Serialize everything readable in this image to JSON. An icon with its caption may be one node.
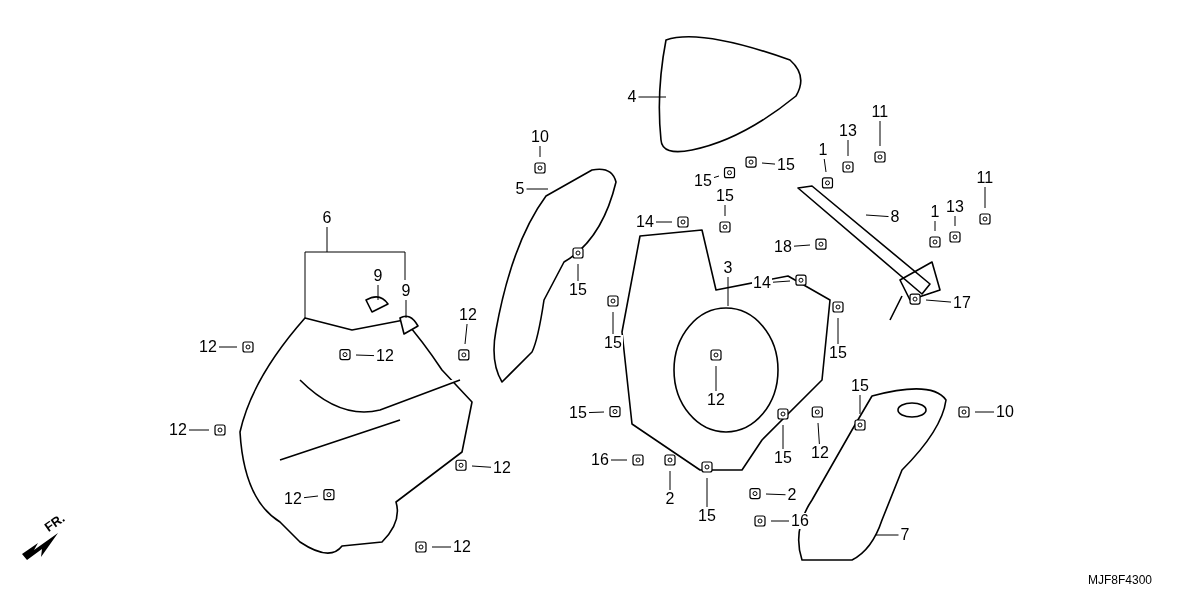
{
  "diagram": {
    "nodes": [
      {
        "text": [
          "4"
        ]
      },
      {
        "text": [
          "11"
        ]
      },
      {
        "text": [
          "13"
        ]
      },
      {
        "text": [
          "10"
        ]
      },
      {
        "text": [
          "1"
        ]
      },
      {
        "text": [
          "15"
        ]
      },
      {
        "text": [
          "11"
        ]
      },
      {
        "text": [
          "15"
        ]
      },
      {
        "text": [
          "5"
        ]
      },
      {
        "text": [
          "15"
        ]
      },
      {
        "text": [
          "13"
        ]
      },
      {
        "text": [
          "1"
        ]
      },
      {
        "text": [
          "6"
        ]
      },
      {
        "text": [
          "8"
        ]
      },
      {
        "text": [
          "14"
        ]
      },
      {
        "text": [
          "9"
        ]
      },
      {
        "text": [
          "9"
        ]
      },
      {
        "text": [
          "18"
        ]
      },
      {
        "text": [
          "14"
        ]
      },
      {
        "text": [
          "15"
        ]
      },
      {
        "text": [
          "3"
        ]
      },
      {
        "text": [
          "17"
        ]
      },
      {
        "text": [
          "12"
        ]
      },
      {
        "text": [
          "12"
        ]
      },
      {
        "text": [
          "12"
        ]
      },
      {
        "text": [
          "15"
        ]
      },
      {
        "text": [
          "15"
        ]
      },
      {
        "text": [
          "15"
        ]
      },
      {
        "text": [
          "12"
        ]
      },
      {
        "text": [
          "15"
        ]
      },
      {
        "text": [
          "10"
        ]
      },
      {
        "text": [
          "12"
        ]
      },
      {
        "text": [
          "12"
        ]
      },
      {
        "text": [
          "15"
        ]
      },
      {
        "text": [
          "16"
        ]
      },
      {
        "text": [
          "12"
        ]
      },
      {
        "text": [
          "12"
        ]
      },
      {
        "text": [
          "2"
        ]
      },
      {
        "text": [
          "2"
        ]
      },
      {
        "text": [
          "15"
        ]
      },
      {
        "text": [
          "16"
        ]
      },
      {
        "text": [
          "7"
        ]
      },
      {
        "text": [
          "12"
        ]
      }
    ],
    "edges": [
      {
        "from": 0,
        "to": null,
        "arrow": "none"
      },
      {
        "from": 1,
        "to": null,
        "arrow": "none"
      },
      {
        "from": 2,
        "to": null,
        "arrow": "none"
      },
      {
        "from": 3,
        "to": null,
        "arrow": "none"
      },
      {
        "from": 4,
        "to": null,
        "arrow": "none"
      },
      {
        "from": 5,
        "to": null,
        "arrow": "none"
      },
      {
        "from": 6,
        "to": null,
        "arrow": "none"
      },
      {
        "from": 7,
        "to": null,
        "arrow": "none"
      },
      {
        "from": 8,
        "to": null,
        "arrow": "none"
      },
      {
        "from": 9,
        "to": null,
        "arrow": "none"
      },
      {
        "from": 10,
        "to": null,
        "arrow": "none"
      },
      {
        "from": 11,
        "to": null,
        "arrow": "none"
      },
      {
        "from": 12,
        "to": null,
        "arrow": "none"
      },
      {
        "from": 13,
        "to": null,
        "arrow": "none"
      },
      {
        "from": 14,
        "to": null,
        "arrow": "none"
      },
      {
        "from": 15,
        "to": null,
        "arrow": "none"
      },
      {
        "from": 16,
        "to": null,
        "arrow": "none"
      },
      {
        "from": 17,
        "to": null,
        "arrow": "none"
      },
      {
        "from": 18,
        "to": null,
        "arrow": "none"
      },
      {
        "from": 19,
        "to": null,
        "arrow": "none"
      },
      {
        "from": 20,
        "to": null,
        "arrow": "none"
      },
      {
        "from": 21,
        "to": null,
        "arrow": "none"
      },
      {
        "from": 22,
        "to": null,
        "arrow": "none"
      },
      {
        "from": 23,
        "to": null,
        "arrow": "none"
      },
      {
        "from": 24,
        "to": null,
        "arrow": "none"
      },
      {
        "from": 25,
        "to": null,
        "arrow": "none"
      },
      {
        "from": 26,
        "to": null,
        "arrow": "none"
      },
      {
        "from": 27,
        "to": null,
        "arrow": "none"
      },
      {
        "from": 28,
        "to": null,
        "arrow": "none"
      },
      {
        "from": 29,
        "to": null,
        "arrow": "none"
      },
      {
        "from": 30,
        "to": null,
        "arrow": "none"
      },
      {
        "from": 31,
        "to": null,
        "arrow": "none"
      },
      {
        "from": 32,
        "to": null,
        "arrow": "none"
      },
      {
        "from": 33,
        "to": null,
        "arrow": "none"
      },
      {
        "from": 34,
        "to": null,
        "arrow": "none"
      },
      {
        "from": 35,
        "to": null,
        "arrow": "none"
      },
      {
        "from": 36,
        "to": null,
        "arrow": "none"
      },
      {
        "from": 37,
        "to": null,
        "arrow": "none"
      },
      {
        "from": 38,
        "to": null,
        "arrow": "none"
      },
      {
        "from": 39,
        "to": null,
        "arrow": "none"
      },
      {
        "from": 40,
        "to": null,
        "arrow": "none"
      },
      {
        "from": 41,
        "to": null,
        "arrow": "none"
      },
      {
        "from": 42,
        "to": null,
        "arrow": "none"
      }
    ],
    "labels": [
      "FR.",
      "MJF8F4300"
    ]
  }
}
